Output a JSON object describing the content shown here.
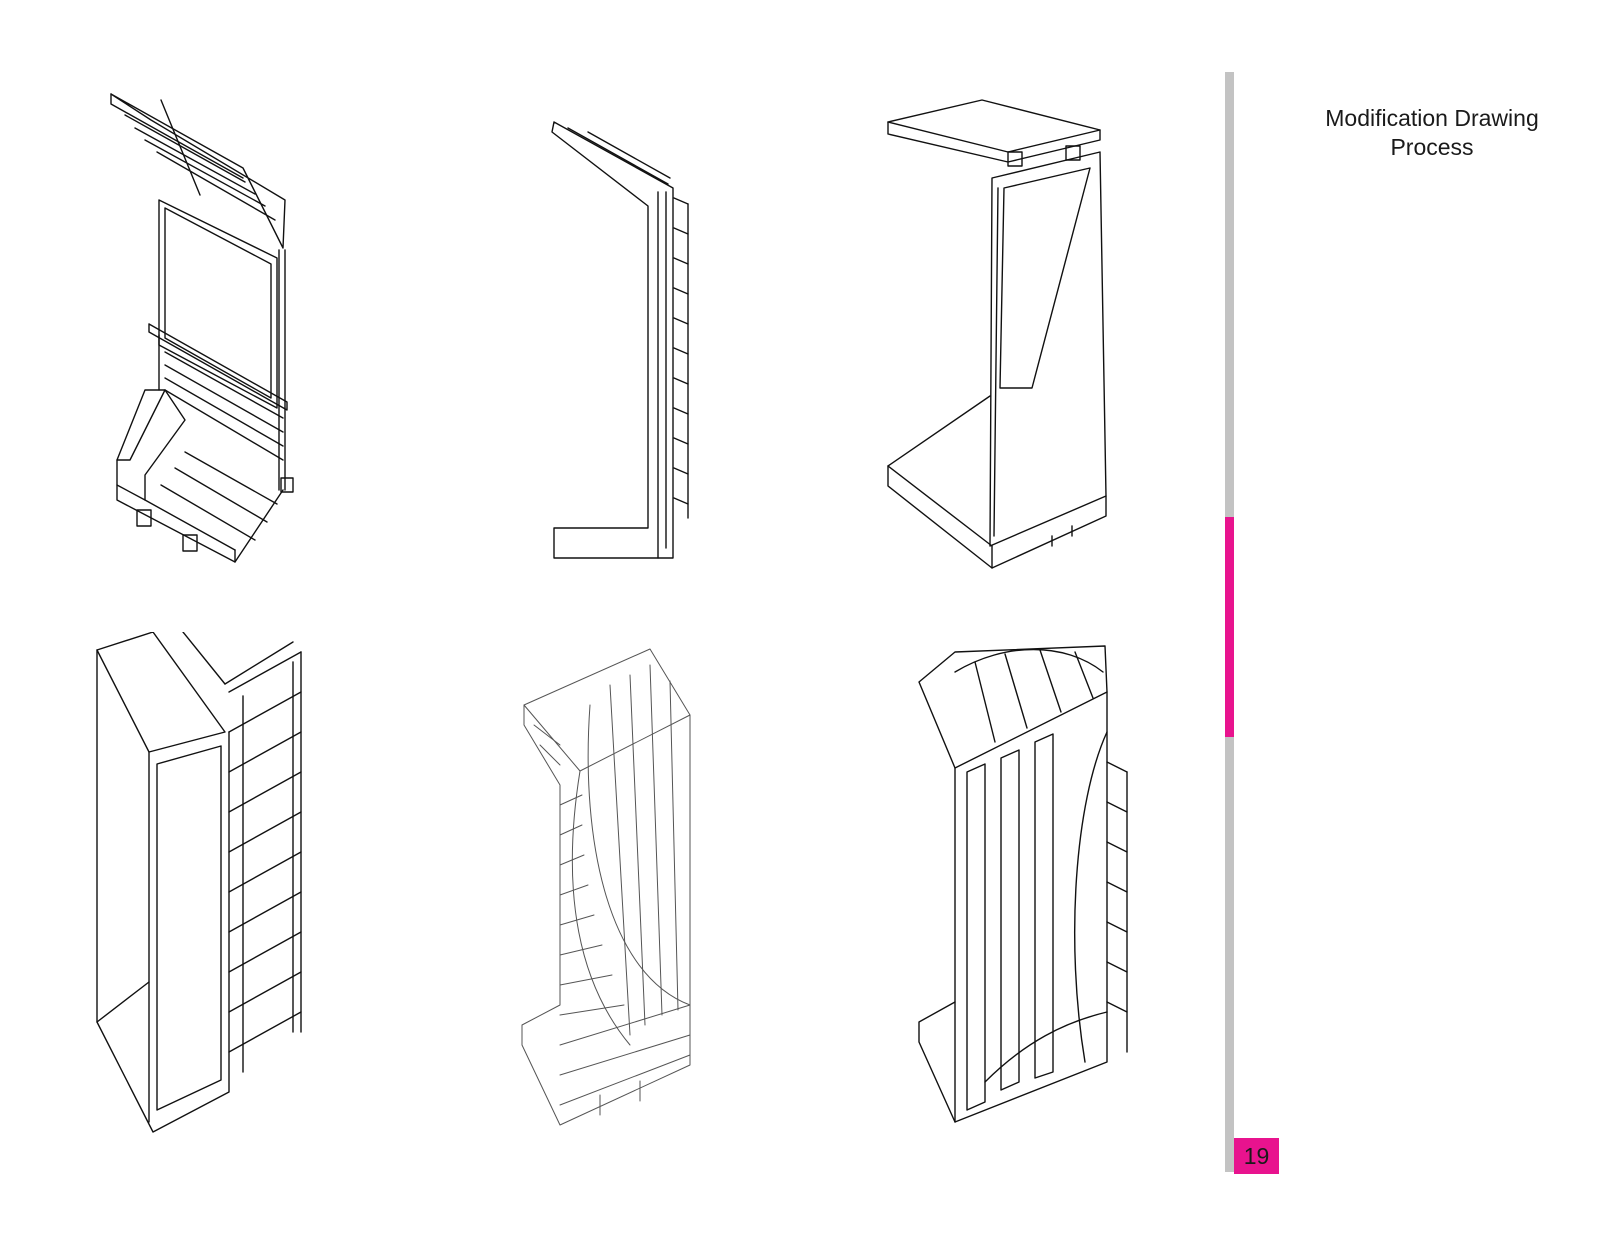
{
  "page": {
    "title_line1": "Modification Drawing",
    "title_line2": "Process",
    "page_number": "19"
  },
  "colors": {
    "accent": "#e8138e",
    "rule": "#c3c3c3",
    "ink": "#111111"
  },
  "drawings": [
    {
      "name": "modification-sketch-1"
    },
    {
      "name": "modification-sketch-2"
    },
    {
      "name": "modification-sketch-3"
    },
    {
      "name": "modification-sketch-4"
    },
    {
      "name": "modification-sketch-5"
    },
    {
      "name": "modification-sketch-6"
    }
  ]
}
